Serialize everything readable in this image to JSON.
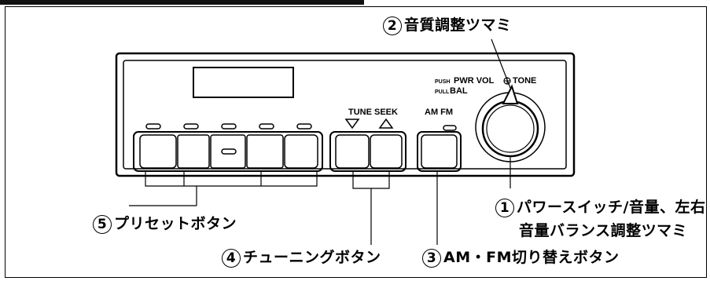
{
  "header_bar": {
    "color": "#111111"
  },
  "radio": {
    "knob_label_push": "PUSH",
    "knob_label_pull": "PULL",
    "knob_label_main": "PWR VOL",
    "knob_label_tone": "TONE",
    "knob_label_bal": "BAL",
    "tune_seek_label": "TUNE SEEK",
    "amfm_label": "AM FM",
    "preset_count": 5
  },
  "callouts": {
    "c2": {
      "num": "2",
      "text": "音質調整ツマミ"
    },
    "c1": {
      "num": "1",
      "text": "パワースイッチ/音量、左右",
      "text2": "音量バランス調整ツマミ"
    },
    "c5": {
      "num": "5",
      "text": "プリセットボタン"
    },
    "c4": {
      "num": "4",
      "text": "チューニングボタン"
    },
    "c3": {
      "num": "3",
      "text": "AM・FM切り替えボタン"
    }
  }
}
